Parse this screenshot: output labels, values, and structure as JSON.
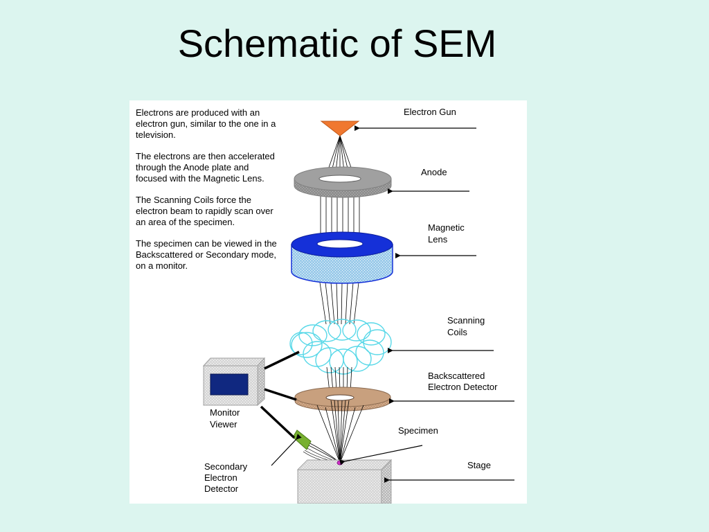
{
  "slide": {
    "title": "Schematic of SEM"
  },
  "description": {
    "paragraphs": [
      "Electrons are produced with an electron gun, similar to the one in a television.",
      "The electrons are then accelerated through the Anode plate and focused with the Magnetic Lens.",
      "The Scanning Coils force the electron beam to rapidly scan over an area of the specimen.",
      "The specimen can be viewed in the Backscattered or Secondary mode, on a monitor."
    ]
  },
  "labels": {
    "electron_gun": "Electron Gun",
    "anode": "Anode",
    "magnetic_lens": [
      "Magnetic",
      "Lens"
    ],
    "scanning_coils": [
      "Scanning",
      "Coils"
    ],
    "backscattered_detector": [
      "Backscattered",
      "Electron Detector"
    ],
    "specimen": "Specimen",
    "stage": "Stage",
    "monitor_viewer": [
      "Monitor",
      "Viewer"
    ],
    "secondary_detector": [
      "Secondary",
      "Electron",
      "Detector"
    ]
  },
  "colors": {
    "background": "#dcf5ef",
    "electron_gun": "#f07830",
    "anode": "#9a9a9a",
    "magnetic_lens_top": "#1530d8",
    "magnetic_lens_side": "#aad4ee",
    "scanning_coils": "#58d8e8",
    "backscattered_detector": "#c8a07e",
    "secondary_detector": "#78b030",
    "specimen": "#d030c8",
    "monitor_screen": "#102880"
  }
}
